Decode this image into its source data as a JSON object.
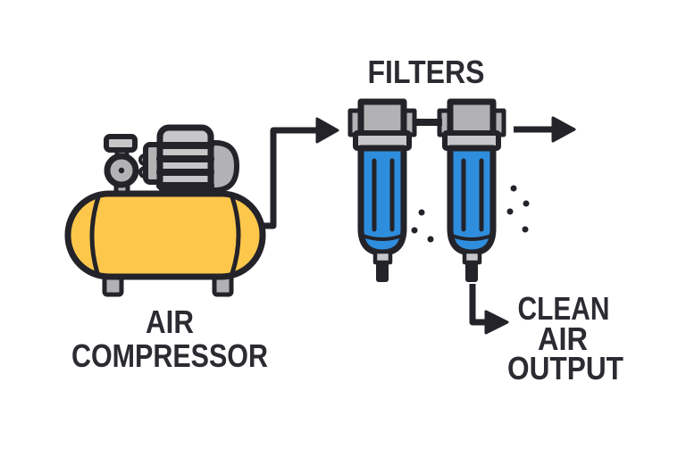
{
  "diagram": {
    "type": "process-flow-illustration",
    "labels": {
      "compressor": {
        "line1": "AIR",
        "line2": "COMPRESSOR"
      },
      "filters": "FILTERS",
      "output": {
        "line1": "CLEAN",
        "line2": "AIR",
        "line3": "OUTPUT"
      }
    },
    "flow": [
      {
        "id": "air-compressor",
        "label": "AIR COMPRESSOR"
      },
      {
        "id": "filters",
        "label": "FILTERS",
        "filter_count": 2
      },
      {
        "id": "clean-air-output",
        "label": "CLEAN AIR OUTPUT"
      }
    ],
    "colors": {
      "background": "#ffffff",
      "outline": "#232329",
      "text": "#2b2b31",
      "tank_yellow": "#fdc74c",
      "filter_blue": "#2e8ddd",
      "metal_gray": "#b2b2b5",
      "metal_gray_light": "#c7c7c9"
    }
  }
}
